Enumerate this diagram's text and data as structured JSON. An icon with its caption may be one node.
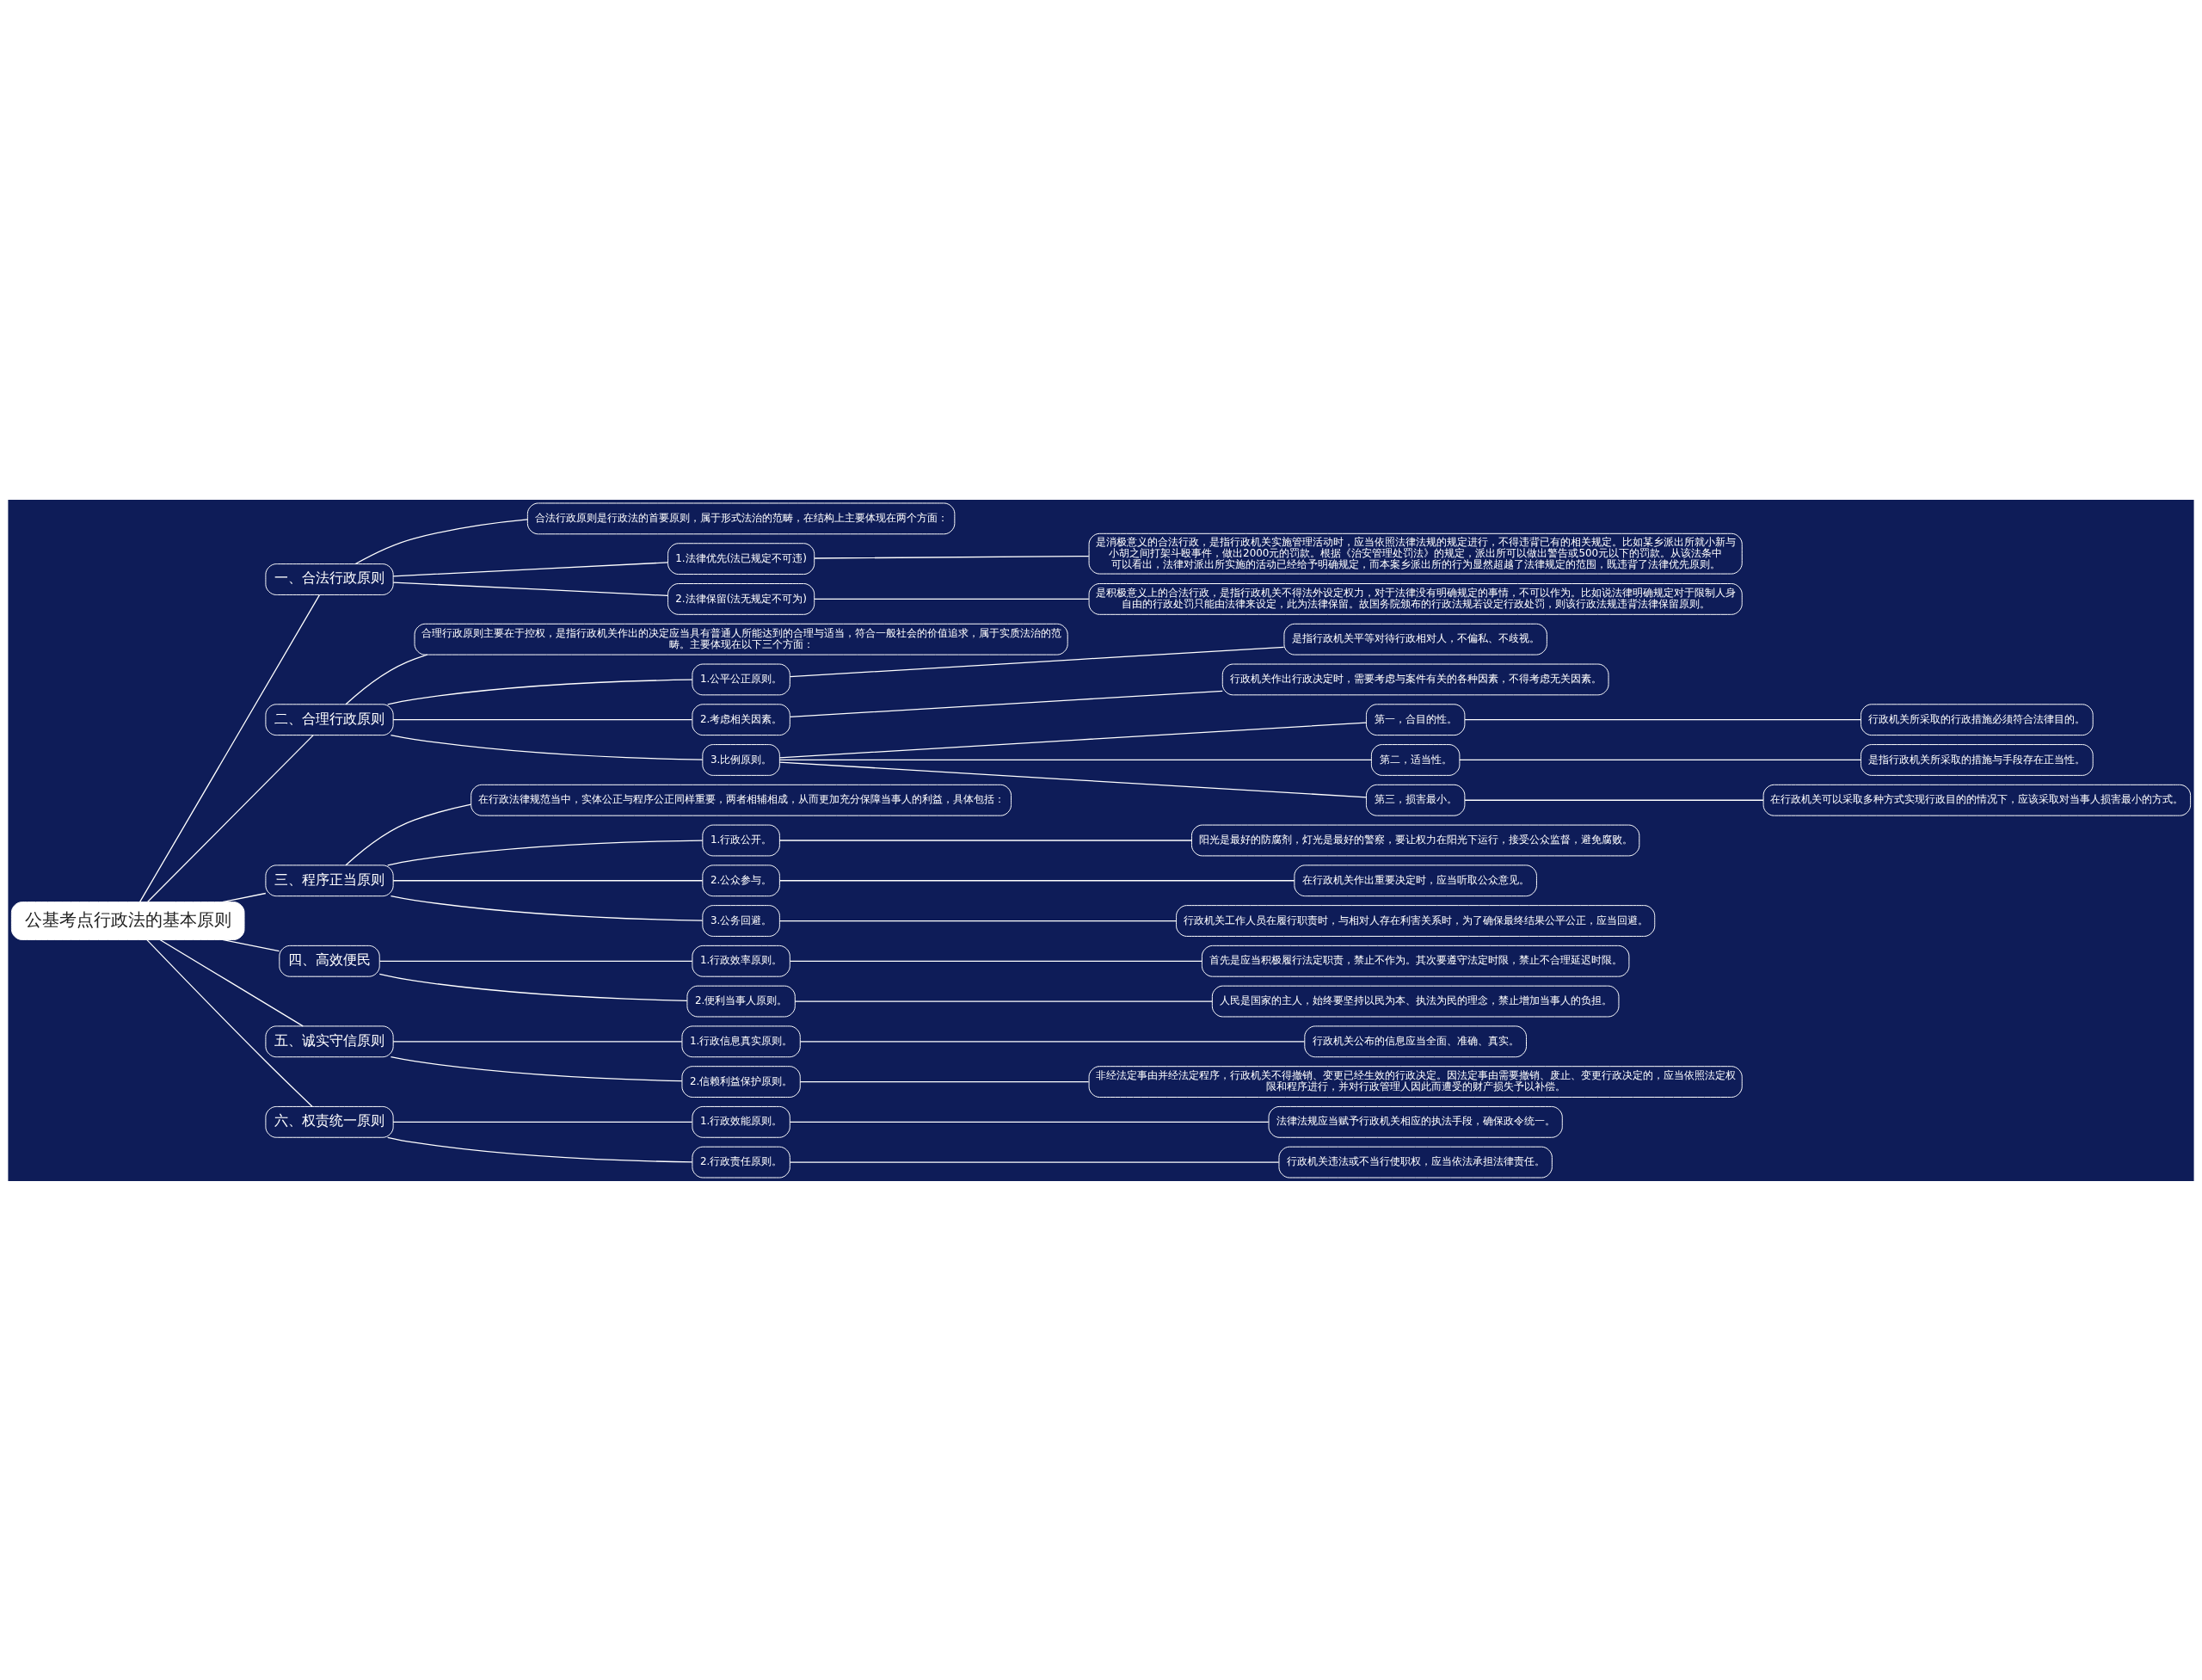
{
  "diagram": {
    "nodes": [
      {
        "text": [
          "公基考点行政法的基本原则"
        ]
      },
      {
        "text": [
          "一、合法行政原则"
        ]
      },
      {
        "text": [
          "合法行政原则是行政法的首要原则，属于形式法治的范畴，在结构上主要体现在两个方面："
        ]
      },
      {
        "text": [
          "1.法律优先(法已规定不可违)"
        ]
      },
      {
        "text": [
          "是消极意义的合法行政，是指行政机关实施管理活动时，应当依照法律法规的规定进行，不得违背已有的相关规定。比如某乡派出所就小新与小胡之间打架斗殴事件，做出2000元的罚款。根据《治安管理处罚法》的规定，派出所可以做出警告或500元以下的罚款。从该法条中可以看出，法律对派出所实施的活动已经给予明确规定，而本案乡派出所的行为显然超越了法律规定的范围，既违背了法律优先原则。"
        ]
      },
      {
        "text": [
          "2.法律保留(法无规定不可为)"
        ]
      },
      {
        "text": [
          "是积极意义上的合法行政，是指行政机关不得法外设定权力，对于法律没有明确规定的事情，不可以作为。比如说法律明确规定对于限制人身自由的行政处罚只能由法律来设定，此为法律保留。故国务院颁布的行政法规若设定行政处罚，则该行政法规违背法律保留原则。"
        ]
      },
      {
        "text": [
          "二、合理行政原则"
        ]
      },
      {
        "text": [
          "合理行政原则主要在于控权，是指行政机关作出的决定应当具有普通人所能达到的合理与适当，符合一般社会的价值追求，属于实质法治的范畴。主要体现在以下三个方面："
        ]
      },
      {
        "text": [
          "1.公平公正原则。"
        ]
      },
      {
        "text": [
          "是指行政机关平等对待行政相对人，不偏私、不歧视。"
        ]
      },
      {
        "text": [
          "2.考虑相关因素。"
        ]
      },
      {
        "text": [
          "行政机关作出行政决定时，需要考虑与案件有关的各种因素，不得考虑无关因素。"
        ]
      },
      {
        "text": [
          "3.比例原则。"
        ]
      },
      {
        "text": [
          "第一，合目的性。"
        ]
      },
      {
        "text": [
          "行政机关所采取的行政措施必须符合法律目的。"
        ]
      },
      {
        "text": [
          "第二，适当性。"
        ]
      },
      {
        "text": [
          "是指行政机关所采取的措施与手段存在正当性。"
        ]
      },
      {
        "text": [
          "第三，损害最小。"
        ]
      },
      {
        "text": [
          "在行政机关可以采取多种方式实现行政目的的情况下，应该采取对当事人损害最小的方式。"
        ]
      },
      {
        "text": [
          "三、程序正当原则"
        ]
      },
      {
        "text": [
          "在行政法律规范当中，实体公正与程序公正同样重要，两者相辅相成，从而更加充分保障当事人的利益，具体包括："
        ]
      },
      {
        "text": [
          "1.行政公开。"
        ]
      },
      {
        "text": [
          "阳光是最好的防腐剂，灯光是最好的警察，要让权力在阳光下运行，接受公众监督，避免腐败。"
        ]
      },
      {
        "text": [
          "2.公众参与。"
        ]
      },
      {
        "text": [
          "在行政机关作出重要决定时，应当听取公众意见。"
        ]
      },
      {
        "text": [
          "3.公务回避。"
        ]
      },
      {
        "text": [
          "行政机关工作人员在履行职责时，与相对人存在利害关系时，为了确保最终结果公平公正，应当回避。"
        ]
      },
      {
        "text": [
          "四、高效便民"
        ]
      },
      {
        "text": [
          "1.行政效率原则。"
        ]
      },
      {
        "text": [
          "首先是应当积极履行法定职责，禁止不作为。其次要遵守法定时限，禁止不合理延迟时限。"
        ]
      },
      {
        "text": [
          "2.便利当事人原则。"
        ]
      },
      {
        "text": [
          "人民是国家的主人，始终要坚持以民为本、执法为民的理念，禁止增加当事人的负担。"
        ]
      },
      {
        "text": [
          "五、诚实守信原则"
        ]
      },
      {
        "text": [
          "1.行政信息真实原则。"
        ]
      },
      {
        "text": [
          "行政机关公布的信息应当全面、准确、真实。"
        ]
      },
      {
        "text": [
          "2.信赖利益保护原则。"
        ]
      },
      {
        "text": [
          "非经法定事由并经法定程序，行政机关不得撤销、变更已经生效的行政决定。因法定事由需要撤销、废止、变更行政决定的，应当依照法定权限和程序进行，并对行政管理人因此而遭受的财产损失予以补偿。"
        ]
      },
      {
        "text": [
          "六、权责统一原则"
        ]
      },
      {
        "text": [
          "1.行政效能原则。"
        ]
      },
      {
        "text": [
          "法律法规应当赋予行政机关相应的执法手段，确保政令统一。"
        ]
      },
      {
        "text": [
          "2.行政责任原则。"
        ]
      },
      {
        "text": [
          "行政机关违法或不当行使职权，应当依法承担法律责任。"
        ]
      }
    ],
    "edges": [
      {
        "from": 0,
        "to": 1,
        "arrow": "none"
      },
      {
        "from": 1,
        "to": 2,
        "arrow": "none"
      },
      {
        "from": 1,
        "to": 3,
        "arrow": "none"
      },
      {
        "from": 3,
        "to": 4,
        "arrow": "none"
      },
      {
        "from": 1,
        "to": 5,
        "arrow": "none"
      },
      {
        "from": 5,
        "to": 6,
        "arrow": "none"
      },
      {
        "from": 0,
        "to": 7,
        "arrow": "none"
      },
      {
        "from": 7,
        "to": 8,
        "arrow": "none"
      },
      {
        "from": 7,
        "to": 9,
        "arrow": "none"
      },
      {
        "from": 9,
        "to": 10,
        "arrow": "none"
      },
      {
        "from": 7,
        "to": 11,
        "arrow": "none"
      },
      {
        "from": 11,
        "to": 12,
        "arrow": "none"
      },
      {
        "from": 7,
        "to": 13,
        "arrow": "none"
      },
      {
        "from": 13,
        "to": 14,
        "arrow": "none"
      },
      {
        "from": 14,
        "to": 15,
        "arrow": "none"
      },
      {
        "from": 13,
        "to": 16,
        "arrow": "none"
      },
      {
        "from": 16,
        "to": 17,
        "arrow": "none"
      },
      {
        "from": 13,
        "to": 18,
        "arrow": "none"
      },
      {
        "from": 18,
        "to": 19,
        "arrow": "none"
      },
      {
        "from": 0,
        "to": 20,
        "arrow": "none"
      },
      {
        "from": 20,
        "to": 21,
        "arrow": "none"
      },
      {
        "from": 20,
        "to": 22,
        "arrow": "none"
      },
      {
        "from": 22,
        "to": 23,
        "arrow": "none"
      },
      {
        "from": 20,
        "to": 24,
        "arrow": "none"
      },
      {
        "from": 24,
        "to": 25,
        "arrow": "none"
      },
      {
        "from": 20,
        "to": 26,
        "arrow": "none"
      },
      {
        "from": 26,
        "to": 27,
        "arrow": "none"
      },
      {
        "from": 0,
        "to": 28,
        "arrow": "none"
      },
      {
        "from": 28,
        "to": 29,
        "arrow": "none"
      },
      {
        "from": 29,
        "to": 30,
        "arrow": "none"
      },
      {
        "from": 28,
        "to": 31,
        "arrow": "none"
      },
      {
        "from": 31,
        "to": 32,
        "arrow": "none"
      },
      {
        "from": 0,
        "to": 33,
        "arrow": "none"
      },
      {
        "from": 33,
        "to": 34,
        "arrow": "none"
      },
      {
        "from": 34,
        "to": 35,
        "arrow": "none"
      },
      {
        "from": 33,
        "to": 36,
        "arrow": "none"
      },
      {
        "from": 36,
        "to": 37,
        "arrow": "none"
      },
      {
        "from": 0,
        "to": 38,
        "arrow": "none"
      },
      {
        "from": 38,
        "to": 39,
        "arrow": "none"
      },
      {
        "from": 39,
        "to": 40,
        "arrow": "none"
      },
      {
        "from": 38,
        "to": 41,
        "arrow": "none"
      },
      {
        "from": 41,
        "to": 42,
        "arrow": "none"
      }
    ]
  }
}
